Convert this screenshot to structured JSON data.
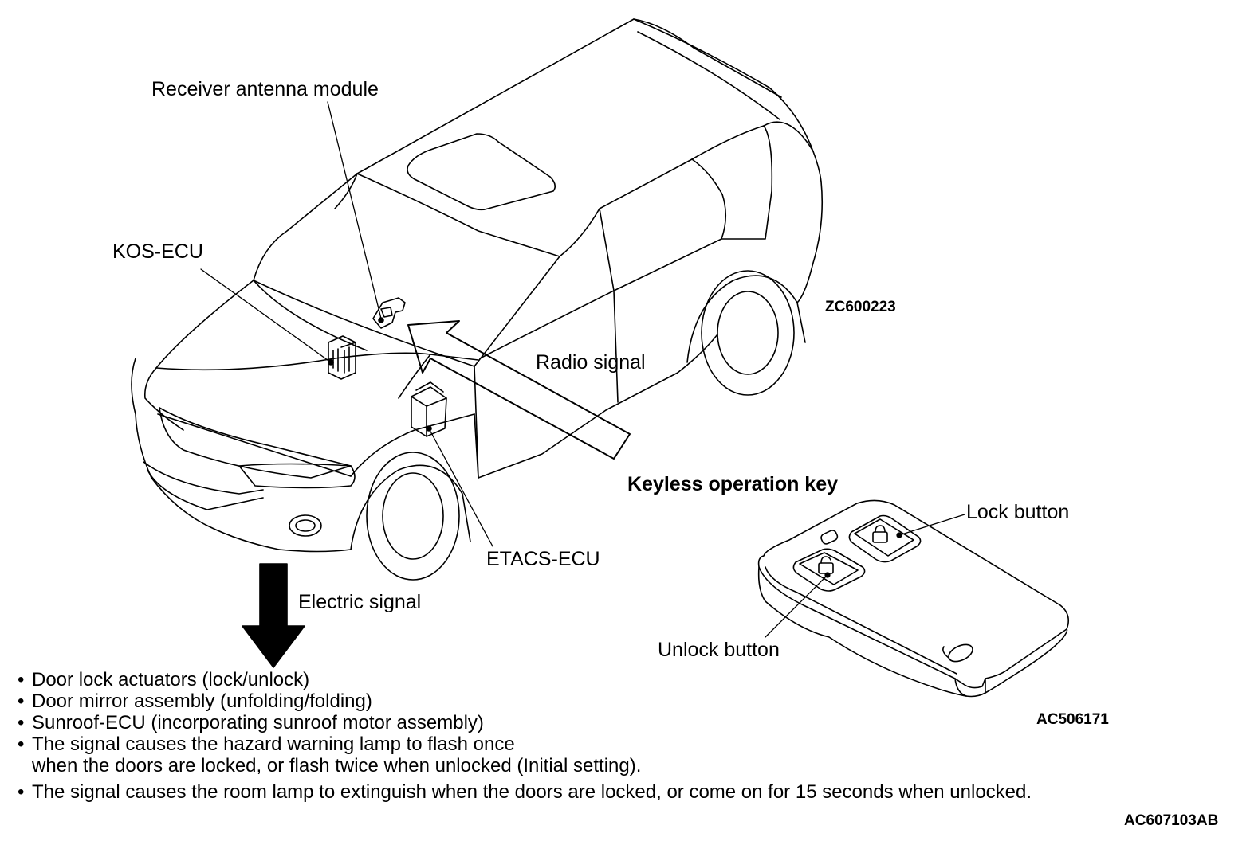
{
  "labels": {
    "receiver_antenna_module": "Receiver antenna module",
    "kos_ecu": "KOS-ECU",
    "radio_signal": "Radio signal",
    "etacs_ecu": "ETACS-ECU",
    "electric_signal": "Electric signal",
    "keyless_operation_key": "Keyless operation key",
    "lock_button": "Lock button",
    "unlock_button": "Unlock button"
  },
  "codes": {
    "vehicle_code": "ZC600223",
    "key_code": "AC506171",
    "figure_code": "AC607103AB"
  },
  "notes": [
    {
      "bullet": "•",
      "line1": "Door lock actuators (lock/unlock)",
      "line2": ""
    },
    {
      "bullet": "•",
      "line1": "Door mirror assembly (unfolding/folding)",
      "line2": ""
    },
    {
      "bullet": "•",
      "line1": "Sunroof-ECU (incorporating sunroof motor assembly)",
      "line2": ""
    },
    {
      "bullet": "•",
      "line1": "The signal causes the hazard warning lamp to flash once",
      "line2": "when the doors are locked, or flash twice when unlocked (Initial setting)."
    },
    {
      "bullet": "•",
      "line1": "The signal causes the room lamp to extinguish when the doors are locked, or come on for 15 seconds when unlocked.",
      "line2": ""
    }
  ],
  "colors": {
    "ink": "#000000",
    "paper": "#ffffff"
  }
}
